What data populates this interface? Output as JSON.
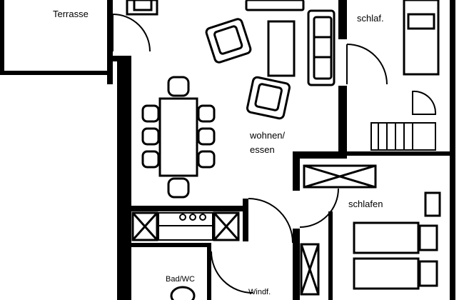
{
  "plan": {
    "rooms": [
      {
        "id": "terrasse",
        "label": "Terrasse"
      },
      {
        "id": "wohnen",
        "label": "wohnen/"
      },
      {
        "id": "essen",
        "label": "essen"
      },
      {
        "id": "schlaf",
        "label": "schlaf."
      },
      {
        "id": "schlafen",
        "label": "schlafen"
      },
      {
        "id": "bad",
        "label": "Bad/WC"
      },
      {
        "id": "windf",
        "label": "Windf."
      }
    ],
    "colors": {
      "wall": "#000000",
      "background": "#ffffff"
    }
  }
}
